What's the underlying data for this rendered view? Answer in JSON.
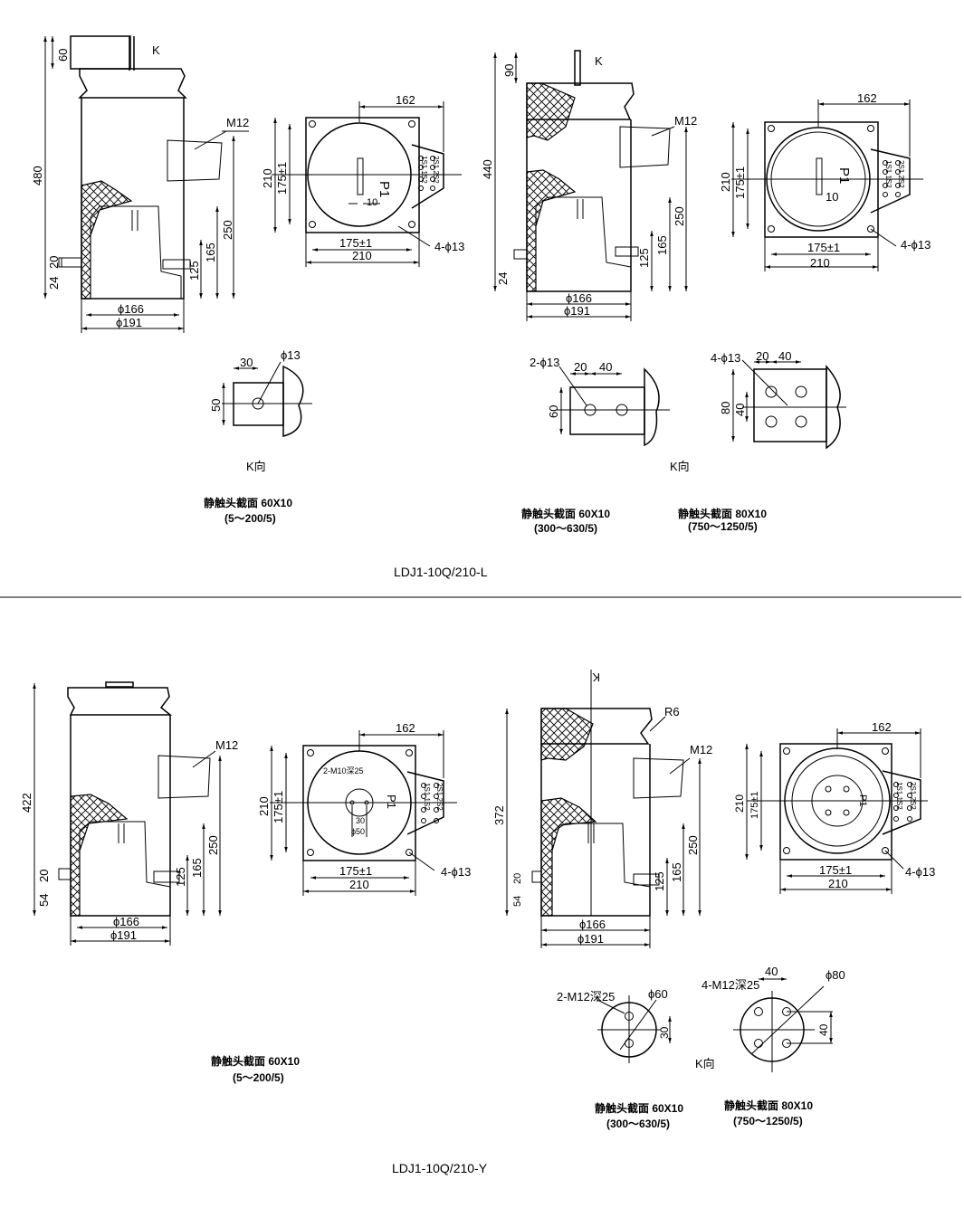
{
  "top": {
    "front": {
      "k": "K",
      "h60": "60",
      "h480": "480",
      "m12": "M12",
      "h250": "250",
      "h165": "165",
      "h125": "125",
      "h20": "20",
      "h24": "24",
      "d166": "ϕ166",
      "d191": "ϕ191"
    },
    "plan": {
      "w162": "162",
      "h210": "210",
      "h175": "175±1",
      "p1": "P1",
      "w10": "10",
      "w175": "175±1",
      "w210": "210",
      "holes": "4-ϕ13",
      "terms": [
        "1S1",
        "1S2",
        "2S1",
        "2S2"
      ]
    },
    "front_b": {
      "k": "K",
      "h90": "90",
      "h440": "440",
      "m12": "M12",
      "h250": "250",
      "h165": "165",
      "h125": "125",
      "h24": "24",
      "d166": "ϕ166",
      "d191": "ϕ191"
    },
    "plan_b": {
      "w162": "162",
      "h210": "210",
      "h175": "175±1",
      "p1": "P1",
      "w10": "10",
      "w175": "175±1",
      "w210": "210",
      "holes": "4-ϕ13",
      "terms": [
        "1S1",
        "1S2",
        "2S1",
        "2S2"
      ]
    },
    "kview1": {
      "w30": "30",
      "hole": "ϕ13",
      "h50": "50"
    },
    "kview2": {
      "holes": "2-ϕ13",
      "w20": "20",
      "w40": "40",
      "h60": "60"
    },
    "kview3": {
      "holes": "4-ϕ13",
      "w20": "20",
      "w40": "40",
      "h80": "80",
      "h40": "40"
    },
    "kdir1": "K向",
    "kdir2": "K向",
    "cap1": {
      "name": "静触头截面 60X10",
      "range": "(5～200/5)"
    },
    "cap2": {
      "name": "静触头截面 60X10",
      "range": "(300～630/5)"
    },
    "cap3": {
      "name": "静触头截面 80X10",
      "range": "(750～1250/5)"
    },
    "model": "LDJ1-10Q/210-L"
  },
  "bottom": {
    "front": {
      "h422": "422",
      "m12": "M12",
      "h250": "250",
      "h165": "165",
      "h125": "125",
      "h20": "20",
      "h54": "54",
      "d166": "ϕ166",
      "d191": "ϕ191"
    },
    "plan": {
      "w162": "162",
      "h210": "210",
      "h175": "175±1",
      "p1": "P1",
      "thread": "2-M10深25",
      "w30": "30",
      "d50": "ϕ50",
      "w175": "175±1",
      "w210": "210",
      "holes": "4-ϕ13",
      "terms": [
        "1S1",
        "1S2",
        "2S1",
        "2S2"
      ]
    },
    "front_b": {
      "k": "K",
      "r6": "R6",
      "m12": "M12",
      "h372": "372",
      "h250": "250",
      "h165": "165",
      "h125": "125",
      "h20": "20",
      "h54": "54",
      "d166": "ϕ166",
      "d191": "ϕ191"
    },
    "plan_b": {
      "w162": "162",
      "h210": "210",
      "h175": "175±1",
      "p1": "P1",
      "w175": "175±1",
      "w210": "210",
      "holes": "4-ϕ13",
      "terms": [
        "1S1",
        "1S2",
        "2S1",
        "2S2"
      ]
    },
    "kview1": {
      "thread": "2-M12深25",
      "d60": "ϕ60",
      "h30": "30"
    },
    "kview2": {
      "thread": "4-M12深25",
      "w40": "40",
      "d80": "ϕ80",
      "h40": "40"
    },
    "kdir": "K向",
    "cap1": {
      "name": "静触头截面 60X10",
      "range": "(5～200/5)"
    },
    "cap2": {
      "name": "静触头截面 60X10",
      "range": "(300～630/5)"
    },
    "cap3": {
      "name": "静触头截面 80X10",
      "range": "(750～1250/5)"
    },
    "model": "LDJ1-10Q/210-Y"
  }
}
